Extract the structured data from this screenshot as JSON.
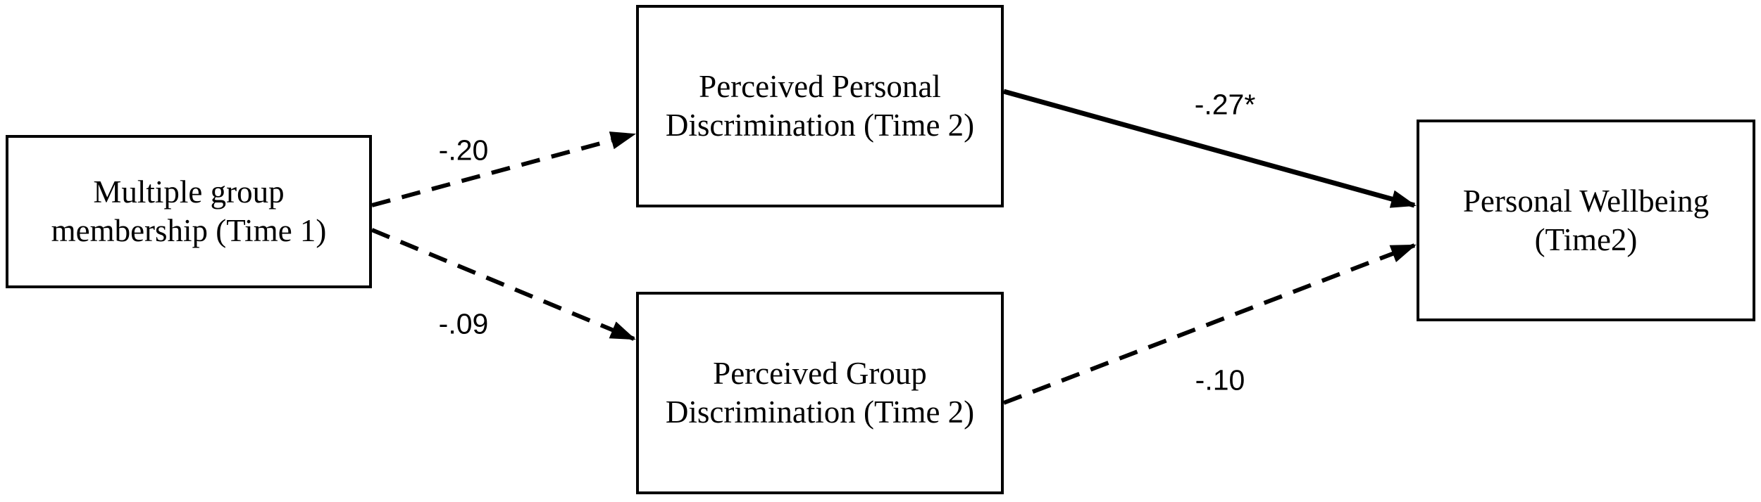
{
  "diagram": {
    "type": "path-mediation-model",
    "nodes": {
      "predictor": {
        "line1": "Multiple group",
        "line2": "membership (Time 1)"
      },
      "mediator_top": {
        "line1": "Perceived Personal",
        "line2": "Discrimination (Time 2)"
      },
      "mediator_bottom": {
        "line1": "Perceived Group",
        "line2": "Discrimination (Time 2)"
      },
      "outcome": {
        "line1": "Personal Wellbeing",
        "line2": "(Time2)"
      }
    },
    "edges": {
      "predictor_to_personal": {
        "from": "predictor",
        "to": "mediator_top",
        "label": "-.20",
        "style": "dashed",
        "significant": false
      },
      "predictor_to_group": {
        "from": "predictor",
        "to": "mediator_bottom",
        "label": "-.09",
        "style": "dashed",
        "significant": false
      },
      "personal_to_wellbeing": {
        "from": "mediator_top",
        "to": "outcome",
        "label": "-.27*",
        "style": "solid",
        "significant": true
      },
      "group_to_wellbeing": {
        "from": "mediator_bottom",
        "to": "outcome",
        "label": "-.10",
        "style": "dashed",
        "significant": false
      }
    },
    "colors": {
      "line": "#000000",
      "box_border": "#000000",
      "box_fill": "#ffffff",
      "text": "#000000",
      "background": "#ffffff"
    }
  }
}
